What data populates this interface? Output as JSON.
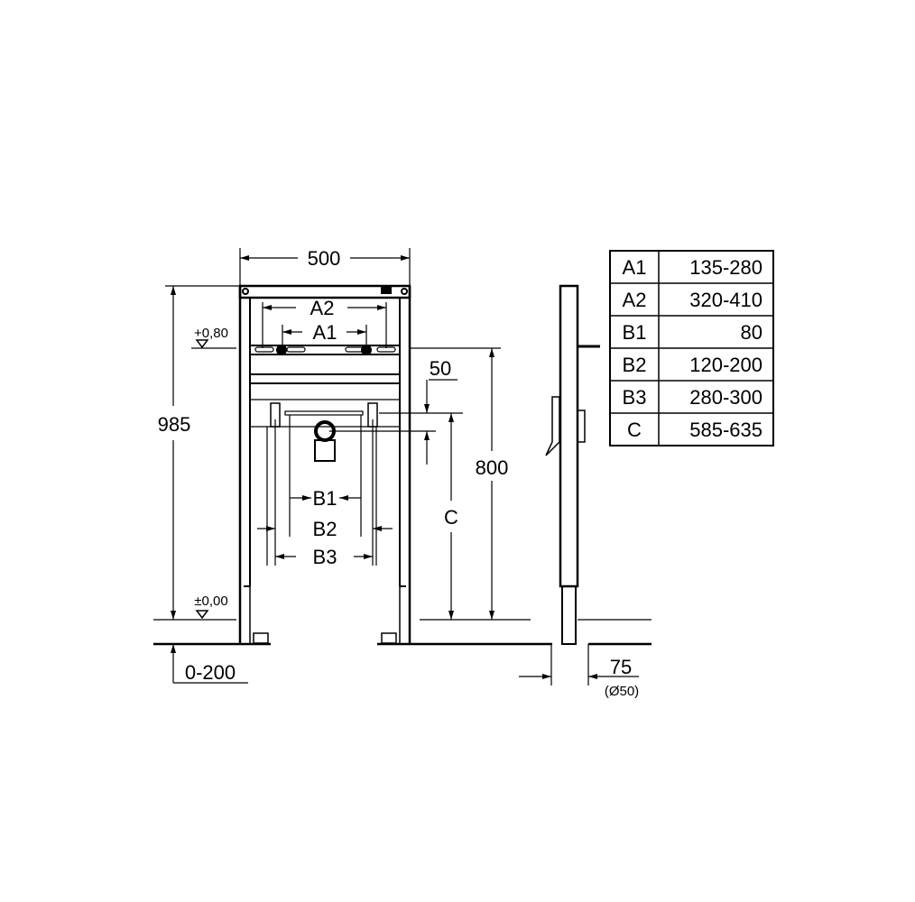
{
  "drawing": {
    "width_label": "500",
    "height_label": "985",
    "rail_height_label": "800",
    "offset_label": "50",
    "level_top": "+0,80",
    "level_floor": "±0,00",
    "floor_adjust": "0-200",
    "depth_label": "75",
    "pipe_label": "(Ø50)",
    "labels": {
      "A1": "A1",
      "A2": "A2",
      "B1": "B1",
      "B2": "B2",
      "B3": "B3",
      "C": "C"
    }
  },
  "table": {
    "rows": [
      {
        "key": "A1",
        "value": "135-280"
      },
      {
        "key": "A2",
        "value": "320-410"
      },
      {
        "key": "B1",
        "value": "80"
      },
      {
        "key": "B2",
        "value": "120-200"
      },
      {
        "key": "B3",
        "value": "280-300"
      },
      {
        "key": "C",
        "value": "585-635"
      }
    ]
  }
}
